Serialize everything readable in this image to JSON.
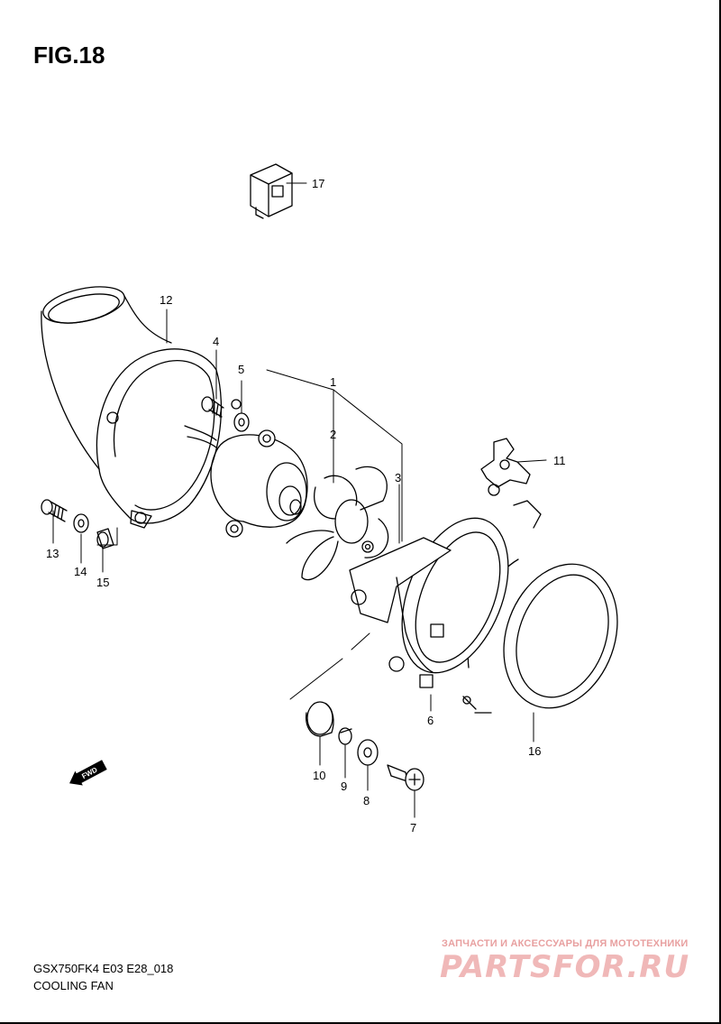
{
  "figure": {
    "title": "FIG.18"
  },
  "parts": [
    {
      "number": "1"
    },
    {
      "number": "2"
    },
    {
      "number": "3"
    },
    {
      "number": "4"
    },
    {
      "number": "5"
    },
    {
      "number": "6"
    },
    {
      "number": "7"
    },
    {
      "number": "8"
    },
    {
      "number": "9"
    },
    {
      "number": "10"
    },
    {
      "number": "11"
    },
    {
      "number": "12"
    },
    {
      "number": "13"
    },
    {
      "number": "14"
    },
    {
      "number": "15"
    },
    {
      "number": "16"
    },
    {
      "number": "17"
    }
  ],
  "direction_marker": {
    "text": "FWD"
  },
  "footer": {
    "model_code": "GSX750FK4 E03 E28_018",
    "diagram_name": "COOLING FAN"
  },
  "watermark": {
    "tagline": "ЗАПЧАСТИ И АКСЕССУАРЫ ДЛЯ МОТОТЕХНИКИ",
    "logo_text": "PARTSFOR.RU"
  },
  "colors": {
    "line": "#000000",
    "watermark": "#f0b8b8"
  }
}
